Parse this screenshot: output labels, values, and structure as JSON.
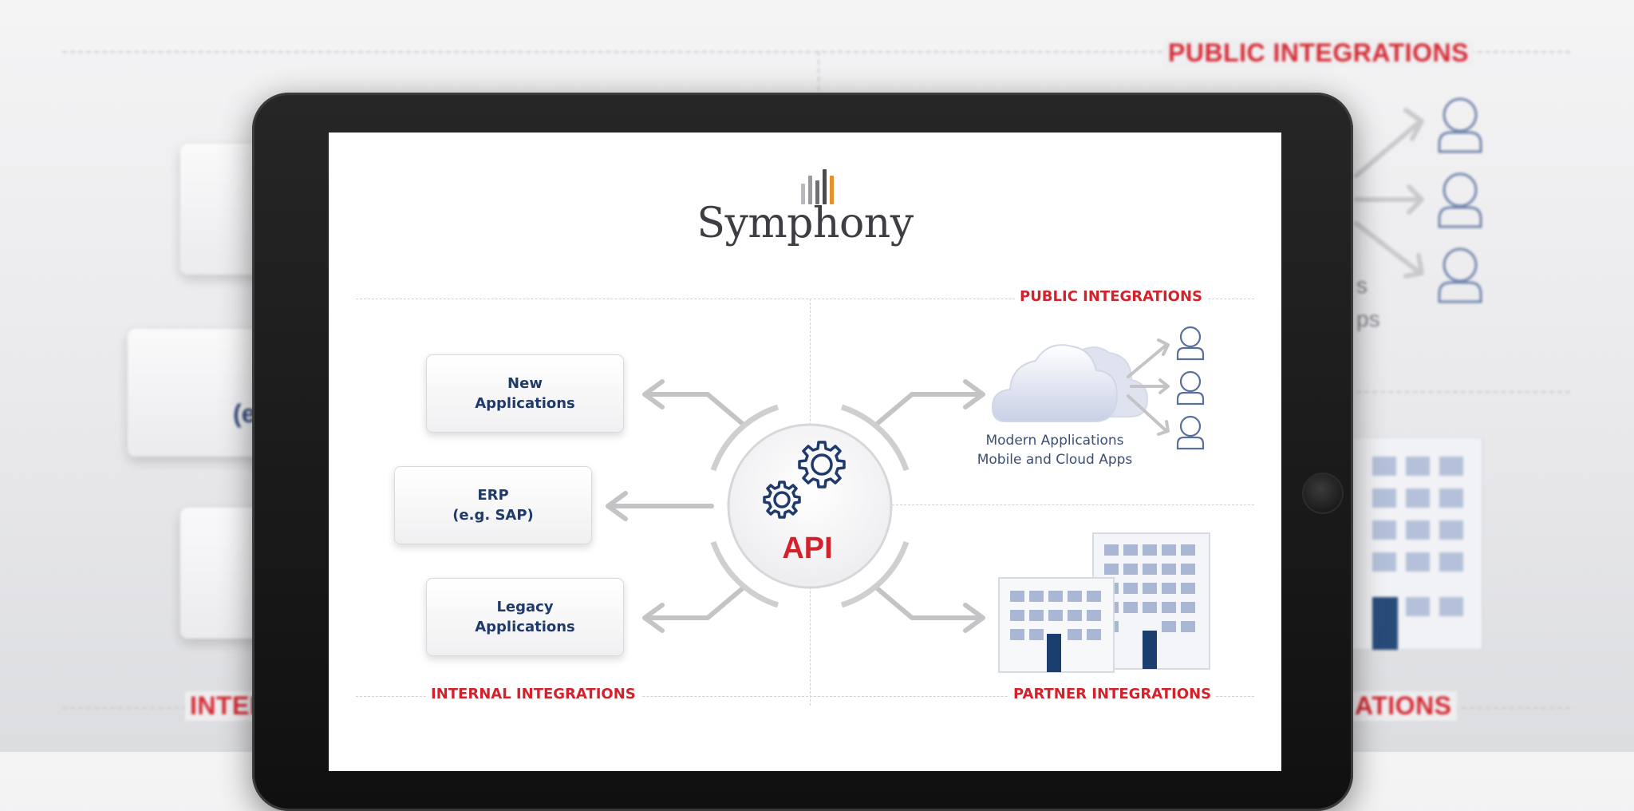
{
  "background": {
    "public_label": "PUBLIC INTEGRATIONS",
    "internal_label_partial": "INTER",
    "partner_label_partial": "ATIONS",
    "left_card_text_partial": "(e",
    "apps_text_line1_partial": "s",
    "apps_text_line2_partial": "ps"
  },
  "diagram": {
    "logo": "Symphony",
    "sections": {
      "public": "PUBLIC INTEGRATIONS",
      "internal": "INTERNAL INTEGRATIONS",
      "partner": "PARTNER INTEGRATIONS"
    },
    "center": {
      "label": "API"
    },
    "apps": [
      {
        "label": "New\nApplications"
      },
      {
        "label": "ERP\n(e.g. SAP)"
      },
      {
        "label": "Legacy\nApplications"
      }
    ],
    "modern": {
      "line1": "Modern Applications",
      "line2": "Mobile and Cloud Apps"
    }
  },
  "colors": {
    "accent_red": "#d4222c",
    "navy": "#1f3a6b",
    "arrow_gray": "#c4c4c6",
    "icon_blue": "#5a6f9a",
    "building_window": "#a9b6d4",
    "door": "#1a3e6e",
    "logo_orange": "#e6902a"
  },
  "icons": {
    "user": "user-outline-icon",
    "cloud": "cloud-icon",
    "gears": "gears-icon",
    "buildings": "office-building-icon"
  }
}
